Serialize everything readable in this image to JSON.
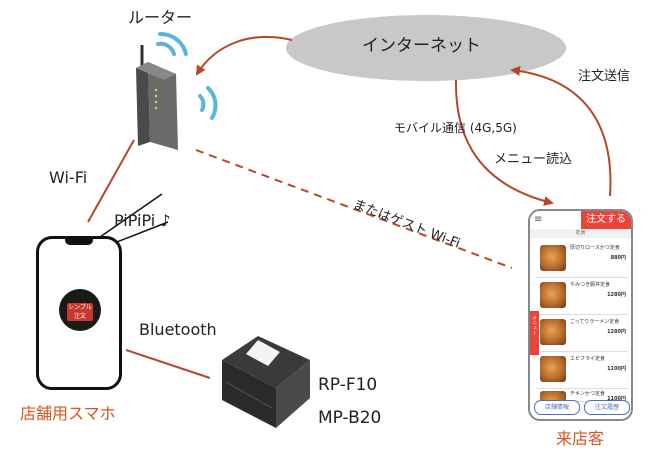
{
  "labels": {
    "router": "ルーター",
    "internet": "インターネット",
    "order_send": "注文送信",
    "mobile_comm": "モバイル通信 (4G,5G)",
    "menu_read": "メニュー読込",
    "guest_wifi": "またはゲスト Wi-Fi",
    "wifi": "Wi-Fi",
    "pipipi": "PiPiPi ♪",
    "bluetooth": "Bluetooth",
    "printer_model_1": "RP-F10",
    "printer_model_2": "MP-B20",
    "store_phone": "店舗用スマホ",
    "customer": "来店客"
  },
  "store_phone": {
    "logo_text_1": "シンプル",
    "logo_text_2": "注文"
  },
  "customer_phone": {
    "order_button": "注文する",
    "header": "定食",
    "menu_items": [
      {
        "name": "厚切りロースかつ定食",
        "price": "880円"
      },
      {
        "name": "やみつき豚丼定食",
        "price": "1280円"
      },
      {
        "name": "こってりラーメン定食",
        "price": "1280円"
      },
      {
        "name": "エビフライ定食",
        "price": "1100円"
      },
      {
        "name": "チキンかつ定食",
        "price": "1100円"
      }
    ],
    "side_tab": "メニュー",
    "btn_store_info": "店舗情報",
    "btn_order_history": "注文履歴"
  },
  "colors": {
    "accent": "#d9571a",
    "wifi_waves": "#5bb4dc",
    "cloud": "#c8c8c8",
    "order_red": "#e8463a"
  }
}
